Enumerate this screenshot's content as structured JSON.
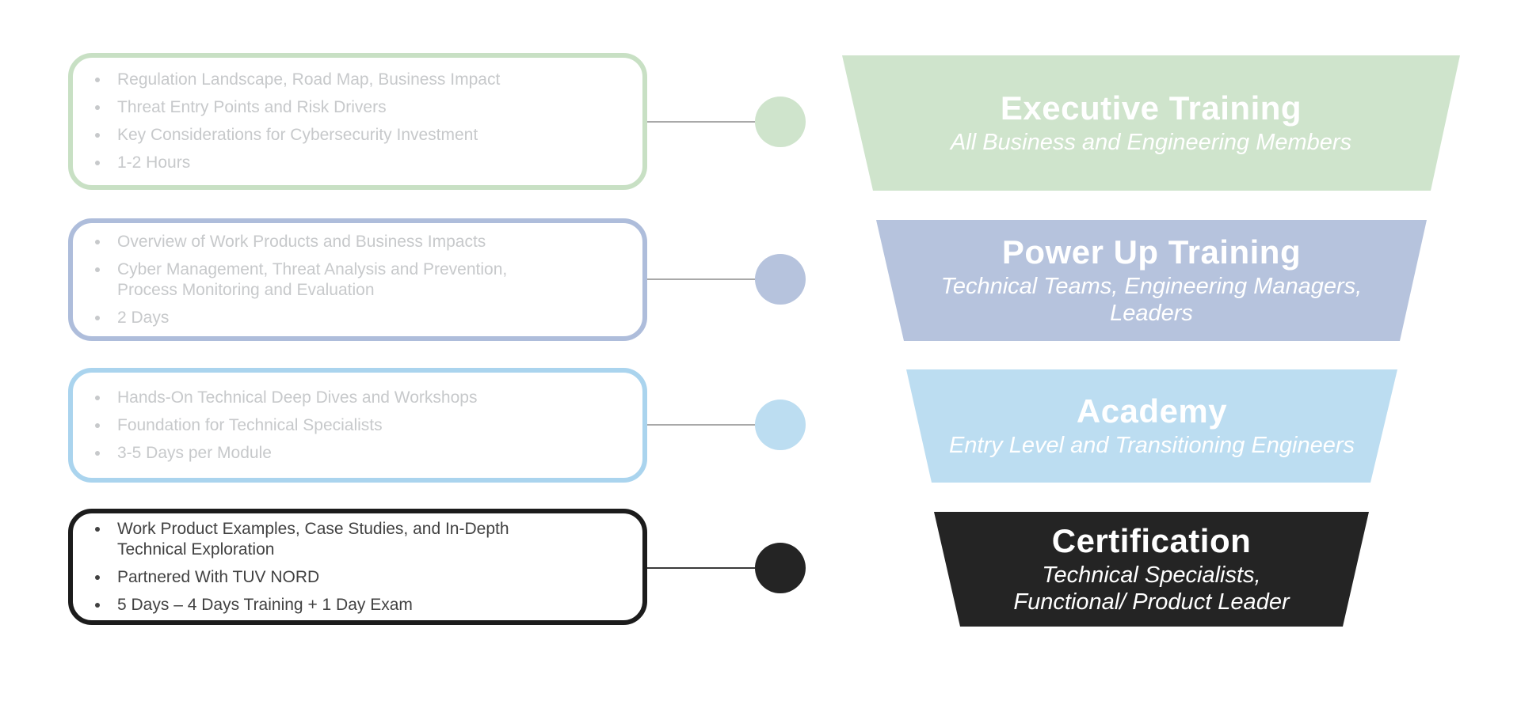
{
  "page": {
    "background_color": "#ffffff",
    "connector_line_color": "#a9a9a9"
  },
  "rows": [
    {
      "name": "executive-training",
      "bullets": [
        "Regulation Landscape, Road Map, Business Impact",
        "Threat Entry Points and Risk Drivers",
        "Key Considerations for Cybersecurity Investment",
        "1-2 Hours"
      ],
      "funnel": {
        "title": "Executive Training",
        "audience": "All Business and Engineering Members"
      },
      "colors": {
        "fill": "#cfe4cc",
        "box_border": "#c8e0c4",
        "bullet_text": "#c7c9cb"
      }
    },
    {
      "name": "power-up-training",
      "bullets": [
        "Overview of Work Products and Business Impacts",
        "Cyber Management, Threat Analysis and Prevention,\nProcess Monitoring and Evaluation",
        "2 Days"
      ],
      "funnel": {
        "title": "Power Up Training",
        "audience": "Technical Teams, Engineering Managers,\nLeaders"
      },
      "colors": {
        "fill": "#b6c3dd",
        "box_border": "#aebddb",
        "bullet_text": "#c7c9cb"
      }
    },
    {
      "name": "academy",
      "bullets": [
        "Hands-On Technical Deep Dives and Workshops",
        "Foundation for Technical Specialists",
        "3-5 Days per Module"
      ],
      "funnel": {
        "title": "Academy",
        "audience": "Entry Level and Transitioning Engineers"
      },
      "colors": {
        "fill": "#bcddf1",
        "box_border": "#aad4ee",
        "bullet_text": "#c7c9cb"
      }
    },
    {
      "name": "certification",
      "bullets": [
        "Work Product Examples, Case Studies, and In-Depth\nTechnical Exploration",
        "Partnered With TUV NORD",
        "5 Days – 4 Days Training + 1 Day Exam"
      ],
      "funnel": {
        "title": "Certification",
        "audience": "Technical Specialists,\nFunctional/ Product Leader"
      },
      "colors": {
        "fill": "#242424",
        "box_border": "#1c1c1c",
        "bullet_text": "#414141"
      }
    }
  ]
}
